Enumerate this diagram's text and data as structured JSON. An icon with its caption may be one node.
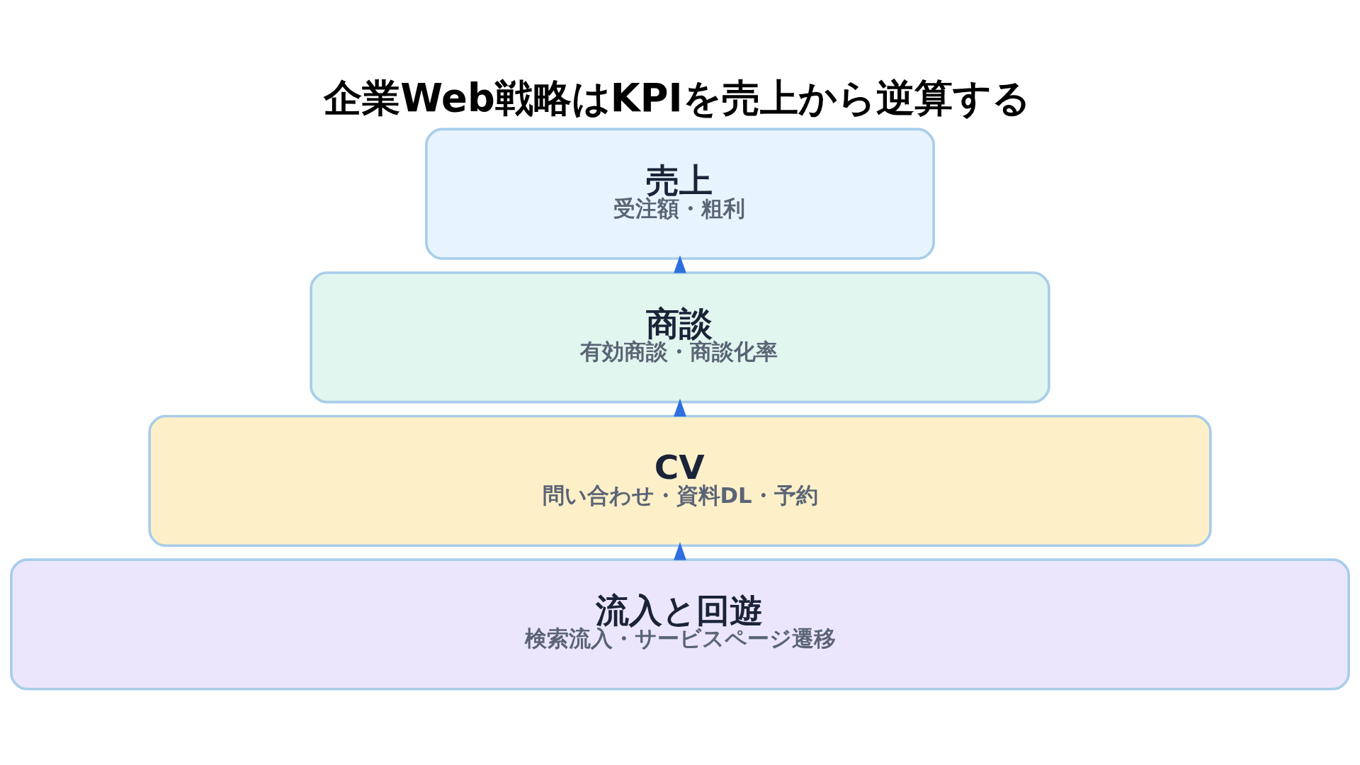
{
  "diagram": {
    "title": "企業Web戦略はKPIを売上から逆算する",
    "nodes": [
      {
        "text": [
          "売上",
          "受注額・粗利"
        ]
      },
      {
        "text": [
          "商談",
          "有効商談・商談化率"
        ]
      },
      {
        "text": [
          "CV",
          "問い合わせ・資料DL・予約"
        ]
      },
      {
        "text": [
          "流入と回遊",
          "検索流入・サービスページ遷移"
        ]
      }
    ],
    "edges": [
      {
        "from": 1,
        "to": 0,
        "arrow": "to"
      },
      {
        "from": 2,
        "to": 1,
        "arrow": "to"
      },
      {
        "from": 3,
        "to": 2,
        "arrow": "to"
      }
    ]
  }
}
